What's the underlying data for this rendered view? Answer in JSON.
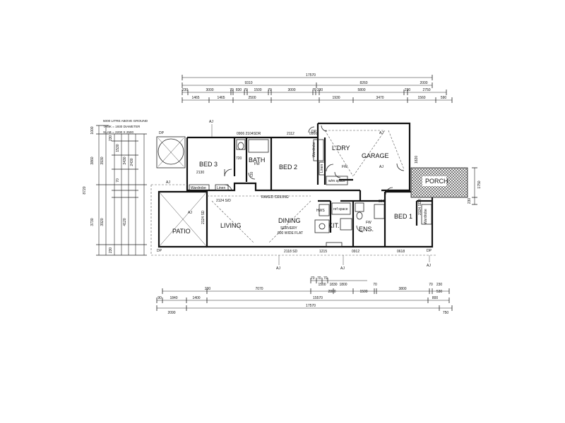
{
  "rooms": {
    "bed3": "BED 3",
    "bath": "BATH",
    "bed2": "BED 2",
    "ldry": "L'DRY",
    "garage": "GARAGE",
    "porch": "PORCH",
    "bed1": "BED 1",
    "ens": "ENS.",
    "kit": "KIT.",
    "dining": "DINING",
    "living": "LIVING",
    "patio": "PATIO"
  },
  "labels": {
    "raked_ceiling": "RAKED CEILING",
    "servery1": "SERVERY",
    "servery2": "800 WIDE FLAT",
    "wardrobe_bed3": "Wardrobe",
    "linen_bed3": "Linen",
    "wardrobe_ldry": "Wardrobe",
    "linen_ldry": "Linen",
    "wardrobe_bed1": "Wardrobe",
    "wm_space": "w/m space",
    "fridge_space": "ref space",
    "fw1": "FW",
    "fw2": "FW",
    "fw3": "FW",
    "hwu": "HWS"
  },
  "tank_note": [
    "5000 LITRE ABOVE GROUND",
    "TANK = 1930 DIAMETER",
    "SLAB = 2200 X 2500"
  ],
  "dims_top": {
    "overall": "17570",
    "row2": [
      "9310",
      "8260"
    ],
    "row3": [
      "230",
      "3000",
      "70",
      "830",
      "70",
      "1500",
      "70",
      "3000",
      "70",
      "230",
      "5800",
      "230",
      "2750"
    ],
    "row4": [
      "1465",
      "1465",
      "2500",
      "1930",
      "3470",
      "1560",
      "590"
    ],
    "extra_2000": "2000"
  },
  "dims_bottom": {
    "row1": [
      "70",
      "70",
      "70"
    ],
    "row2": [
      "230",
      "7070",
      "1500",
      "1830",
      "1800",
      "70",
      "3800",
      "70",
      "230"
    ],
    "row3": [
      "2800",
      "1500",
      "530"
    ],
    "row4": [
      "90",
      "1840",
      "1400",
      "15570",
      "800"
    ],
    "row5": [
      "2090",
      "17570",
      "750"
    ]
  },
  "dims_left": [
    "1000",
    "3860",
    "3730",
    "3930",
    "8720",
    "4120",
    "3920",
    "3430",
    "230",
    "230",
    "1530",
    "2430",
    "70"
  ],
  "dims_right": [
    "1750",
    "230"
  ],
  "opening_labels": [
    "0906 2104SDR",
    "2112",
    "0906",
    "2124 SD",
    "2130",
    "2118 SD",
    "1215",
    "0912",
    "0618",
    "1820",
    "820",
    "720",
    "720",
    "2124 SDR",
    "2124 S/D"
  ],
  "markers": {
    "aj": "AJ",
    "dp": "DP"
  }
}
